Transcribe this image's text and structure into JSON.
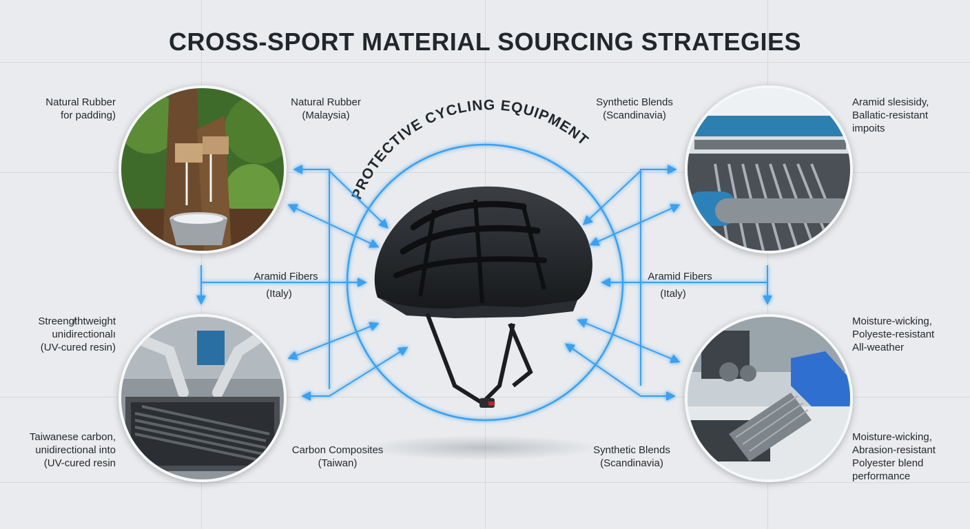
{
  "title": "CROSS-SPORT MATERIAL SOURCING STRATEGIES",
  "center": {
    "arc_label": "PROTECTIVE CYCLING EQUIPMENT"
  },
  "labels": {
    "top_left_outer": [
      "Natural Rubber",
      "for padding)"
    ],
    "top_left_inner": [
      "Natural Rubber",
      "(Malaysia)"
    ],
    "mid_left": [
      "Aramid Fibers",
      "(Italy)"
    ],
    "lower_left_outer": [
      "Streeng̸thtweight",
      "unidirectionalı",
      "(UV-cured resin)"
    ],
    "bottom_left_outer": [
      "Taiwanese carbon,",
      "unidirectional into",
      "(UV-cured resin"
    ],
    "bottom_left_inner": [
      "Carbon Composites",
      "(Taiwan)"
    ],
    "top_right_inner": [
      "Synthetic Blends",
      "(Scandinavia)"
    ],
    "top_right_outer": [
      "Aramid slesisidy,",
      "Ballatic-resistant",
      "impoits"
    ],
    "mid_right": [
      "Aramid Fibers",
      "(Italy)"
    ],
    "lower_right_outer": [
      "Moisture-wicking,",
      "Polyeste-resistant",
      "All-weather"
    ],
    "bottom_right_inner": [
      "Synthetic Blends",
      "(Scandinavia)"
    ],
    "bottom_right_outer": [
      "Moisture-wicking,",
      "Abrasion-resistant",
      "Polyester blend",
      "performance"
    ]
  },
  "photos": [
    {
      "name": "rubber-tree-photo"
    },
    {
      "name": "textile-loom-photo"
    },
    {
      "name": "carbon-layup-robot-photo"
    },
    {
      "name": "fabric-lab-photo"
    }
  ],
  "colors": {
    "accent": "#3aa0f0",
    "glow": "#8fd0ff",
    "background": "#e9ebee",
    "text": "#22272b"
  }
}
